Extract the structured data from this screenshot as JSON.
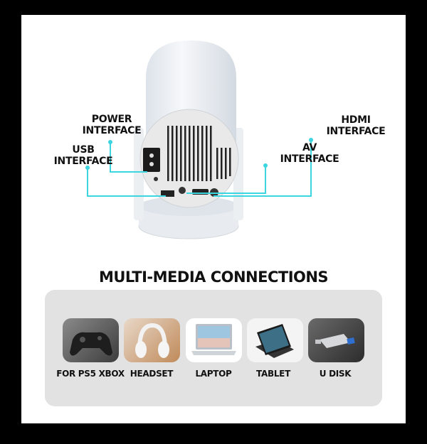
{
  "callouts": {
    "power": [
      "POWER",
      "INTERFACE"
    ],
    "usb": [
      "USB",
      "INTERFACE"
    ],
    "hdmi": [
      "HDMI",
      "INTERFACE"
    ],
    "av": [
      "AV",
      "INTERFACE"
    ]
  },
  "section_title": "MULTI-MEDIA CONNECTIONS",
  "devices": [
    {
      "label": "FOR PS5 XBOX",
      "icon": "gamepad-icon"
    },
    {
      "label": "HEADSET",
      "icon": "headphones-icon"
    },
    {
      "label": "LAPTOP",
      "icon": "laptop-icon"
    },
    {
      "label": "TABLET",
      "icon": "tablet-icon"
    },
    {
      "label": "U DISK",
      "icon": "usb-drive-icon"
    }
  ],
  "colors": {
    "callout_line": "#3dd5e0",
    "panel": "#e2e2e2"
  }
}
